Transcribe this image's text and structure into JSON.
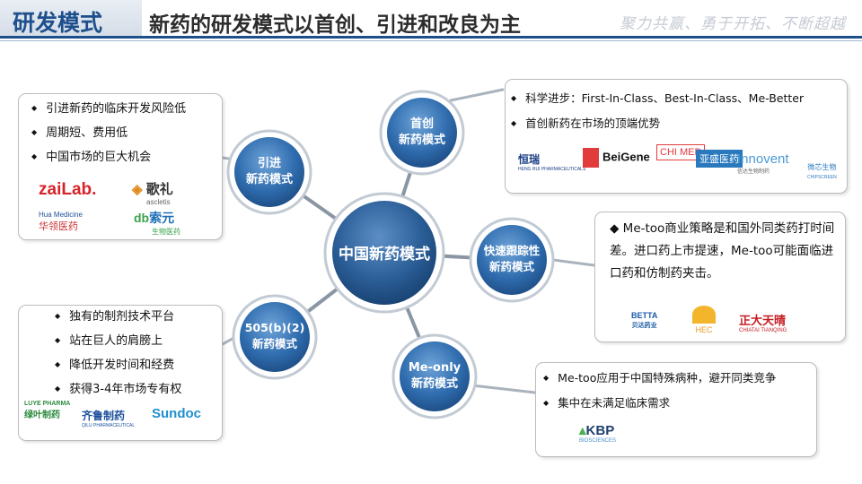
{
  "header": {
    "title": "研发模式",
    "subtitle": "新药的研发模式以首创、引进和改良为主",
    "slogan": "聚力共赢、勇于开拓、不断超越"
  },
  "center": {
    "label": "中国新药模式"
  },
  "nodes": [
    {
      "lines": [
        "首创",
        "新药模式"
      ]
    },
    {
      "lines": [
        "引进",
        "新药模式"
      ]
    },
    {
      "lines": [
        "快速跟踪性",
        "新药模式"
      ]
    },
    {
      "lines": [
        "505(b)(2)",
        "新药模式"
      ]
    },
    {
      "lines": [
        "Me-only",
        "新药模式"
      ]
    }
  ],
  "boxes": {
    "intro": {
      "bullets": [
        "引进新药的临床开发风险低",
        "周期短、费用低",
        "中国市场的巨大机会"
      ],
      "logos": [
        "zaiLab.",
        "歌礼",
        "ascletis",
        "Hua Medicine",
        "华领医药",
        "索元",
        "生物医药"
      ]
    },
    "first": {
      "bullets": [
        "科学进步：First-In-Class、Best-In-Class、Me-Better",
        "首创新药在市场的顶端优势"
      ],
      "logos": [
        "恒瑞",
        "HENG RUI PHARMACEUTICALS",
        "BeiGene",
        "CHI MED",
        "亚盛医药",
        "Innovent",
        "信达生物制药",
        "微芯生物",
        "CHIPSCREEN"
      ]
    },
    "fast": {
      "text": "◆ Me-too商业策略是和国外同类药打时间差。进口药上市提速，Me-too可能面临进口药和仿制药夹击。",
      "logos": [
        "BETTA",
        "贝达药业",
        "HEC",
        "正大天晴",
        "CHIATAI TIANQING"
      ]
    },
    "b505": {
      "bullets": [
        "独有的制剂技术平台",
        "站在巨人的肩膀上",
        "降低开发时间和经费",
        "获得3-4年市场专有权"
      ],
      "logos": [
        "LUYE PHARMA",
        "绿叶制药",
        "齐鲁制药",
        "QILU PHARMACEUTICAL",
        "Sundoc"
      ]
    },
    "meonly": {
      "bullets": [
        "Me-too应用于中国特殊病种，避开同类竞争",
        "集中在未满足临床需求"
      ],
      "logos": [
        "KBP",
        "BIOSCIENCES"
      ]
    }
  },
  "colors": {
    "primary": "#1d4f8c",
    "node": "#2f6cae",
    "center": "#2a5d96"
  }
}
